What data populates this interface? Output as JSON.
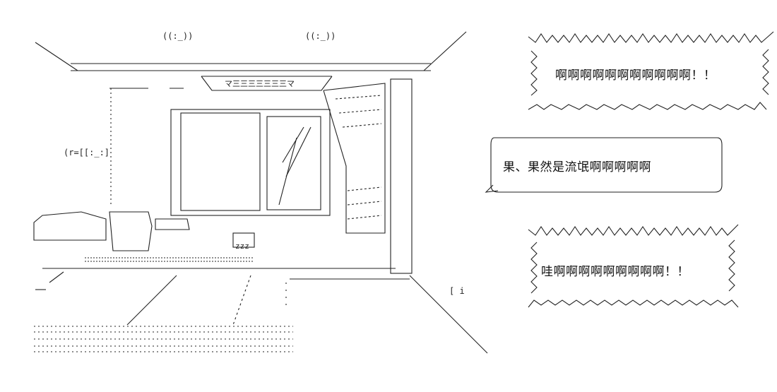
{
  "page": {
    "background": "#ffffff",
    "ink": "#222222"
  },
  "room": {
    "ceiling_lamp_left": "((:_))",
    "ceiling_lamp_right": "((:_))",
    "vent_label": "マ三三三三三三三マ",
    "wall_clock": "(r=[[:_:]",
    "sleep_sound": "zzz",
    "door_mark": "[ i"
  },
  "bubbles": {
    "top_shout": "啊啊啊啊啊啊啊啊啊啊啊！！",
    "speech": "果、果然是流氓啊啊啊啊啊",
    "bottom_shout": "哇啊啊啊啊啊啊啊啊啊！！"
  }
}
